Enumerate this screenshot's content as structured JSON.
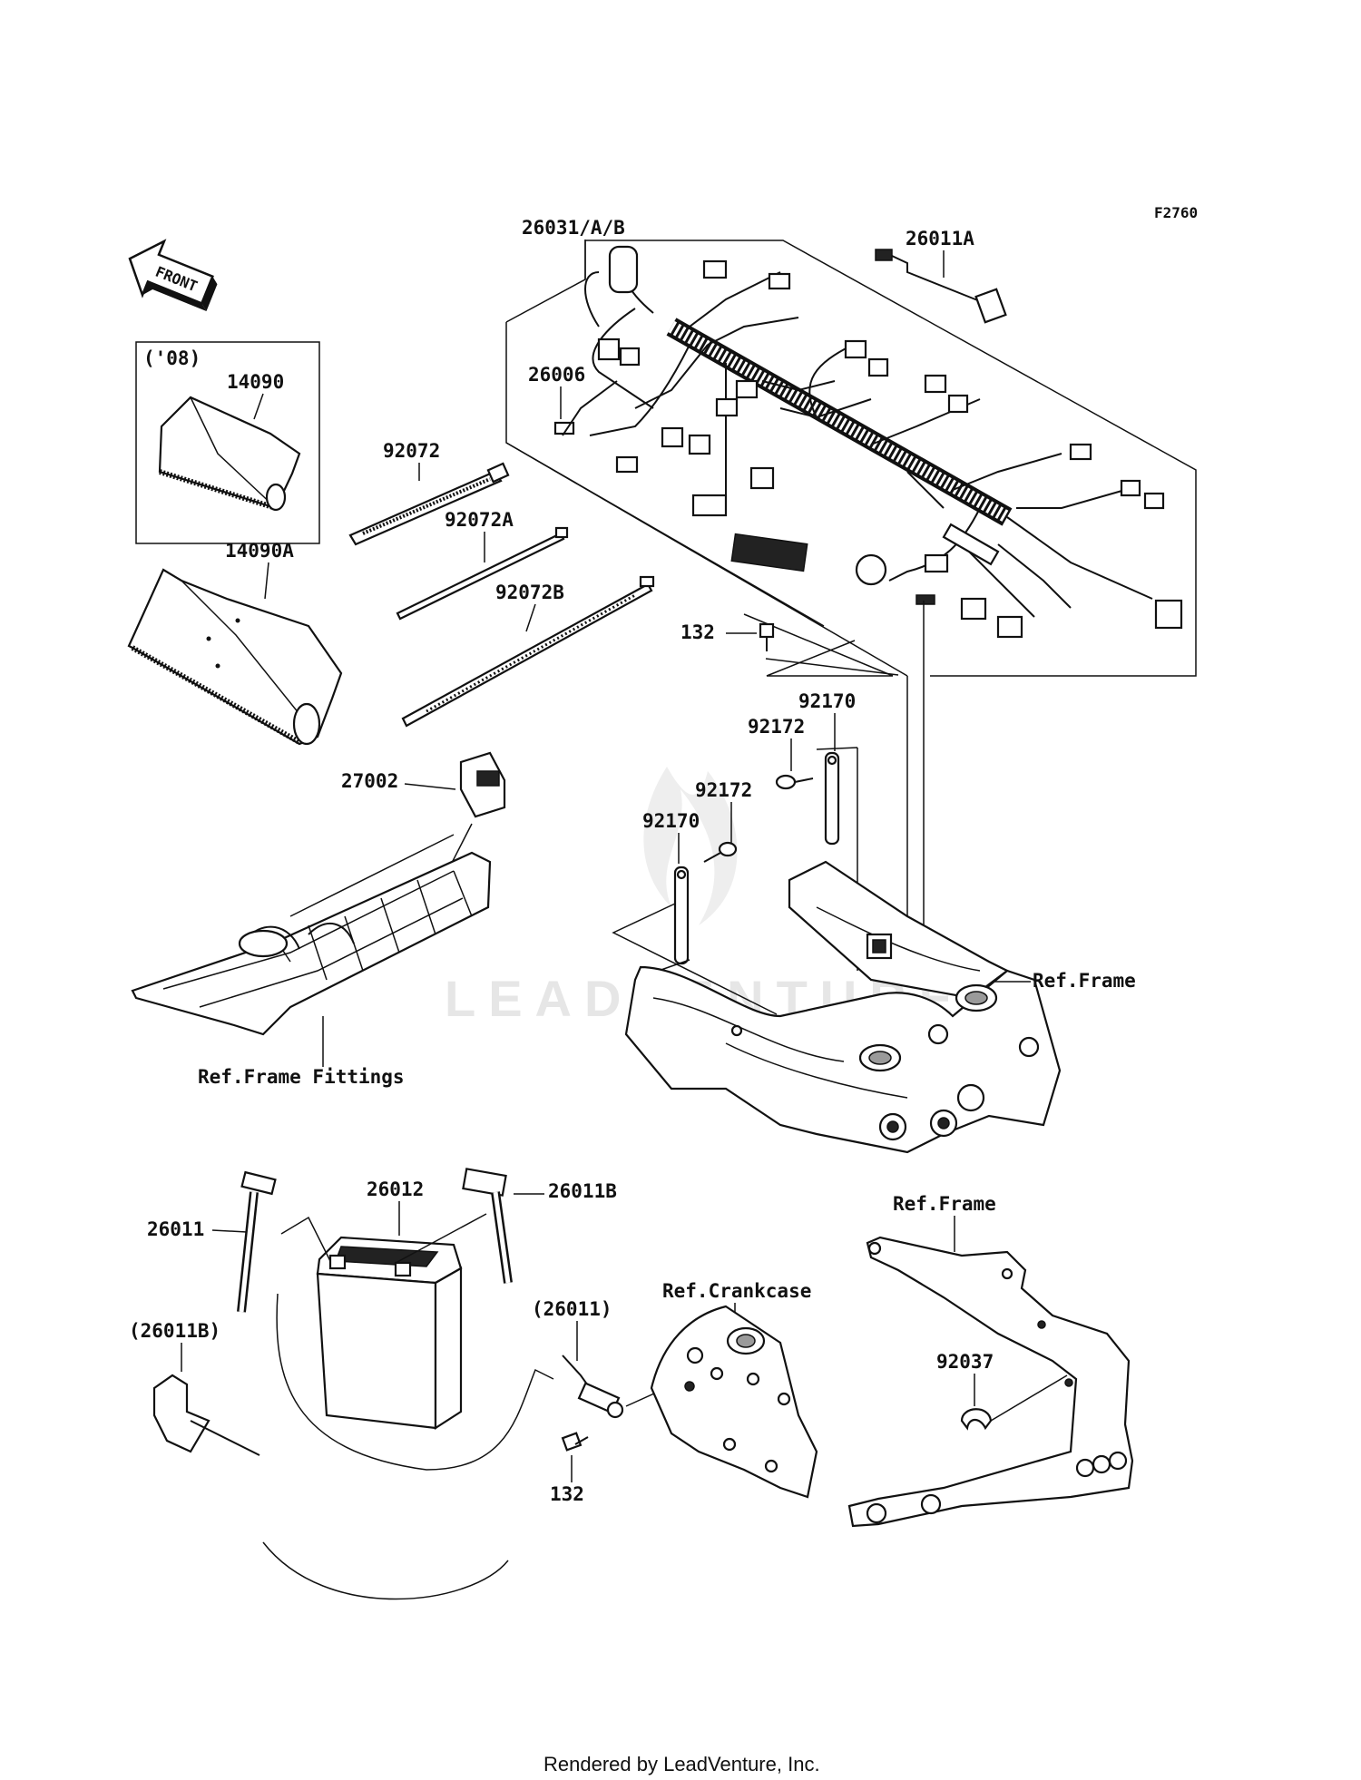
{
  "diagram": {
    "code": "F2760",
    "direction_label": "FRONT",
    "footer": "Rendered by LeadVenture, Inc.",
    "watermark": "LEADVENTURE",
    "year_note": "('08)",
    "callouts": {
      "harness": "26031/A/B",
      "lead_26011A": "26011A",
      "fuse_26006": "26006",
      "bolt_132_top": "132",
      "cover_14090": "14090",
      "cover_14090A": "14090A",
      "band_92072": "92072",
      "band_92072A": "92072A",
      "band_92072B": "92072B",
      "relay_27002": "27002",
      "ref_frame_fittings": "Ref.Frame Fittings",
      "band_92170_right": "92170",
      "screw_92172_right": "92172",
      "screw_92172_left": "92172",
      "band_92170_left": "92170",
      "ref_frame_main": "Ref.Frame",
      "battery_26012": "26012",
      "cable_26011B": "26011B",
      "cable_26011": "26011",
      "ref_frame_lower": "Ref.Frame",
      "ref_crankcase": "Ref.Crankcase",
      "cable_26011_paren": "(26011)",
      "cable_26011B_paren": "(26011B)",
      "bolt_132_bottom": "132",
      "clamp_92037": "92037"
    }
  }
}
